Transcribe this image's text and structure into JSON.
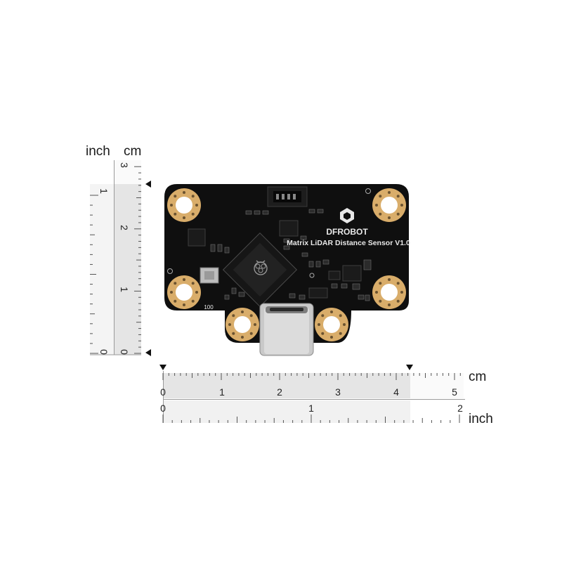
{
  "units": {
    "vertical_left": "inch",
    "vertical_right": "cm",
    "horizontal_top": "cm",
    "horizontal_bottom": "inch"
  },
  "vertical_ruler": {
    "cm_labels": [
      "0",
      "1",
      "2",
      "3"
    ],
    "inch_labels": [
      "0",
      "1"
    ]
  },
  "horizontal_ruler": {
    "cm_labels": [
      "0",
      "1",
      "2",
      "3",
      "4",
      "5"
    ],
    "inch_labels": [
      "0",
      "1",
      "2"
    ]
  },
  "board": {
    "brand": "DFROBOT",
    "product": "Matrix LiDAR Distance Sensor V1.0",
    "silk_label": "100"
  },
  "colors": {
    "pcb": "#0f0f0f",
    "pad_gold": "#d9ad6a",
    "ruler_shade": "#e5e5e5",
    "ruler_light": "#f4f4f4"
  }
}
